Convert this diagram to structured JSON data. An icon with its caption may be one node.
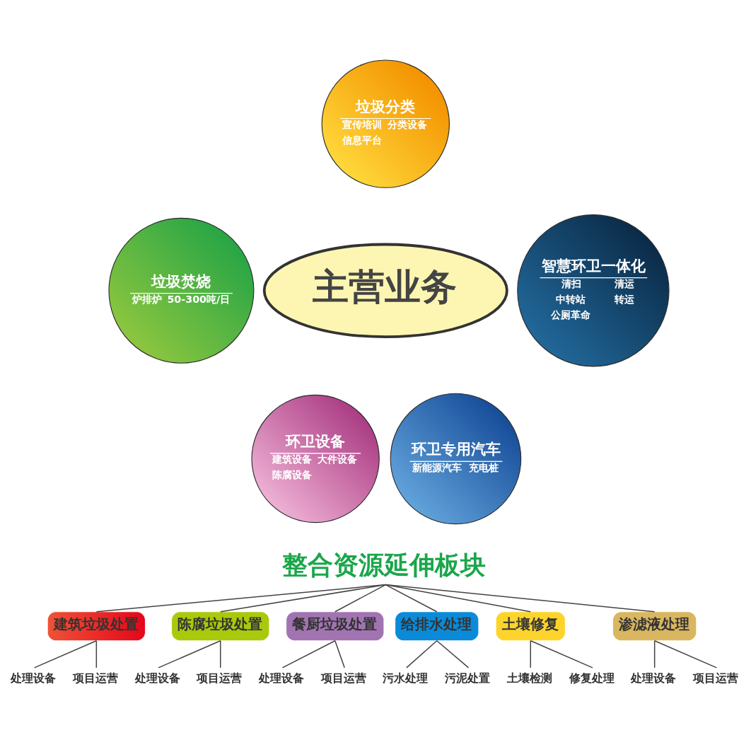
{
  "diagram": {
    "nodes": [
      {
        "text": [
          "垃圾分类",
          "宣传培训",
          "分类设备",
          "信息平台"
        ]
      },
      {
        "text": [
          "垃圾焚烧",
          "炉排炉",
          "50-300吨/日"
        ]
      },
      {
        "text": [
          "智慧环卫一体化",
          "清扫",
          "清运",
          "中转站",
          "转运",
          "公厕革命"
        ]
      },
      {
        "text": [
          "主营业务"
        ]
      },
      {
        "text": [
          "环卫设备",
          "建筑设备",
          "大件设备",
          "陈腐设备"
        ]
      },
      {
        "text": [
          "环卫专用汽车",
          "新能源汽车",
          "充电桩"
        ]
      },
      {
        "text": [
          "整合资源延伸板块"
        ]
      },
      {
        "text": [
          "建筑垃圾处置"
        ]
      },
      {
        "text": [
          "陈腐垃圾处置"
        ]
      },
      {
        "text": [
          "餐厨垃圾处置"
        ]
      },
      {
        "text": [
          "给排水处理"
        ]
      },
      {
        "text": [
          "土壤修复"
        ]
      },
      {
        "text": [
          "渗滤液处理"
        ]
      },
      {
        "text": [
          "处理设备"
        ]
      },
      {
        "text": [
          "项目运营"
        ]
      },
      {
        "text": [
          "处理设备"
        ]
      },
      {
        "text": [
          "项目运营"
        ]
      },
      {
        "text": [
          "处理设备"
        ]
      },
      {
        "text": [
          "项目运营"
        ]
      },
      {
        "text": [
          "污水处理"
        ]
      },
      {
        "text": [
          "污泥处置"
        ]
      },
      {
        "text": [
          "土壤检测"
        ]
      },
      {
        "text": [
          "修复处理"
        ]
      },
      {
        "text": [
          "处理设备"
        ]
      },
      {
        "text": [
          "项目运营"
        ]
      }
    ],
    "edges": [
      {
        "from": 6,
        "to": 7,
        "arrow": "none"
      },
      {
        "from": 6,
        "to": 8,
        "arrow": "none"
      },
      {
        "from": 6,
        "to": 9,
        "arrow": "none"
      },
      {
        "from": 6,
        "to": 10,
        "arrow": "none"
      },
      {
        "from": 6,
        "to": 11,
        "arrow": "none"
      },
      {
        "from": 6,
        "to": 12,
        "arrow": "none"
      },
      {
        "from": 7,
        "to": 13,
        "arrow": "none"
      },
      {
        "from": 7,
        "to": 14,
        "arrow": "none"
      },
      {
        "from": 8,
        "to": 15,
        "arrow": "none"
      },
      {
        "from": 8,
        "to": 16,
        "arrow": "none"
      },
      {
        "from": 9,
        "to": 17,
        "arrow": "none"
      },
      {
        "from": 9,
        "to": 18,
        "arrow": "none"
      },
      {
        "from": 10,
        "to": 19,
        "arrow": "none"
      },
      {
        "from": 10,
        "to": 20,
        "arrow": "none"
      },
      {
        "from": 11,
        "to": 21,
        "arrow": "none"
      },
      {
        "from": 11,
        "to": 22,
        "arrow": "none"
      },
      {
        "from": 12,
        "to": 23,
        "arrow": "none"
      },
      {
        "from": 12,
        "to": 24,
        "arrow": "none"
      }
    ]
  }
}
